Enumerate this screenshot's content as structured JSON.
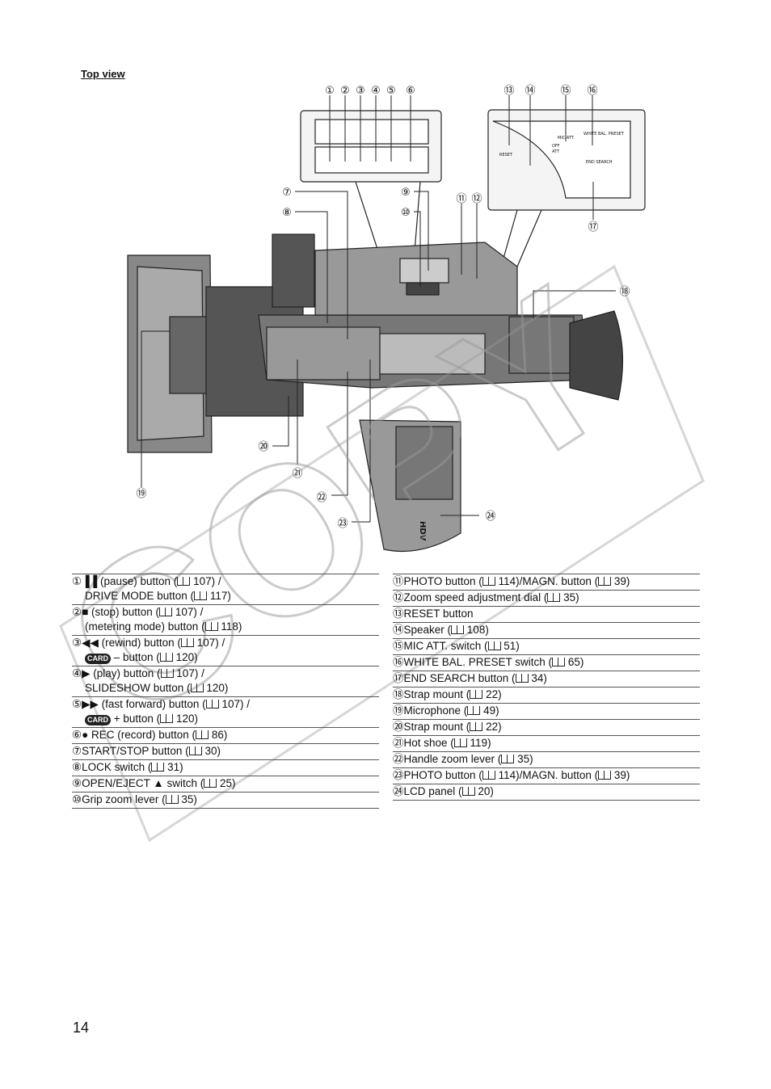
{
  "heading": "Top view",
  "page_number": "14",
  "watermark": "COPY",
  "diagram": {
    "callouts_top_left": [
      "①",
      "②",
      "③",
      "④",
      "⑤",
      "⑥"
    ],
    "callouts_top_right": [
      "⑬",
      "⑭",
      "⑮",
      "⑯"
    ],
    "callout_7": "⑦",
    "callout_8": "⑧",
    "callout_9": "⑨",
    "callout_10": "⑩",
    "callout_11": "⑪",
    "callout_12": "⑫",
    "callout_17": "⑰",
    "callout_18": "⑱",
    "callout_19": "⑲",
    "callout_20": "⑳",
    "callout_21": "㉑",
    "callout_22": "㉒",
    "callout_23": "㉓",
    "callout_24": "㉔",
    "panel_labels": {
      "reset": "RESET",
      "mic_att": "MIC ATT.",
      "off": "OFF",
      "att": "ATT",
      "white_bal": "WHITE BAL. PRESET",
      "end_search": "END SEARCH"
    },
    "lcd_label": "HDV"
  },
  "left_items": [
    {
      "n": "①",
      "l1": "▐▐ (pause) button (",
      "p1": "107) /",
      "l2": "DRIVE MODE button (",
      "p2": "117)"
    },
    {
      "n": "②",
      "l1": "■ (stop) button (",
      "p1": "107) /",
      "l2": "(metering mode) button (",
      "p2": "118)"
    },
    {
      "n": "③",
      "l1": "◀◀ (rewind) button (",
      "p1": "107) /",
      "l2card": "CARD",
      "l2": " – button (",
      "p2": "120)"
    },
    {
      "n": "④",
      "l1": "▶ (play) button (",
      "p1": "107) /",
      "l2": "SLIDESHOW button (",
      "p2": "120)"
    },
    {
      "n": "⑤",
      "l1": "▶▶ (fast forward) button (",
      "p1": "107) /",
      "l2card": "CARD",
      "l2": " + button (",
      "p2": "120)"
    },
    {
      "n": "⑥",
      "l1": "● REC (record) button (",
      "p1": "86)"
    },
    {
      "n": "⑦",
      "l1": "START/STOP button (",
      "p1": "30)"
    },
    {
      "n": "⑧",
      "l1": "LOCK switch (",
      "p1": "31)"
    },
    {
      "n": "⑨",
      "l1": "OPEN/EJECT ▲ switch (",
      "p1": "25)"
    },
    {
      "n": "⑩",
      "l1": "Grip zoom lever (",
      "p1": "35)"
    }
  ],
  "right_items": [
    {
      "n": "⑪",
      "l1": "PHOTO button (",
      "p1": "114)/MAGN. button (",
      "p1b": "39)"
    },
    {
      "n": "⑫",
      "l1": "Zoom speed adjustment dial (",
      "p1": "35)"
    },
    {
      "n": "⑬",
      "l1": "RESET button"
    },
    {
      "n": "⑭",
      "l1": "Speaker (",
      "p1": "108)"
    },
    {
      "n": "⑮",
      "l1": "MIC ATT. switch (",
      "p1": "51)"
    },
    {
      "n": "⑯",
      "l1": "WHITE BAL. PRESET switch (",
      "p1": "65)"
    },
    {
      "n": "⑰",
      "l1": "END SEARCH button (",
      "p1": "34)"
    },
    {
      "n": "⑱",
      "l1": "Strap mount (",
      "p1": "22)"
    },
    {
      "n": "⑲",
      "l1": "Microphone (",
      "p1": "49)"
    },
    {
      "n": "⑳",
      "l1": "Strap mount (",
      "p1": "22)"
    },
    {
      "n": "㉑",
      "l1": "Hot shoe (",
      "p1": "119)"
    },
    {
      "n": "㉒",
      "l1": "Handle zoom lever (",
      "p1": "35)"
    },
    {
      "n": "㉓",
      "l1": "PHOTO button (",
      "p1": "114)/MAGN. button (",
      "p1b": "39)"
    },
    {
      "n": "㉔",
      "l1": "LCD panel (",
      "p1": "20)"
    }
  ]
}
